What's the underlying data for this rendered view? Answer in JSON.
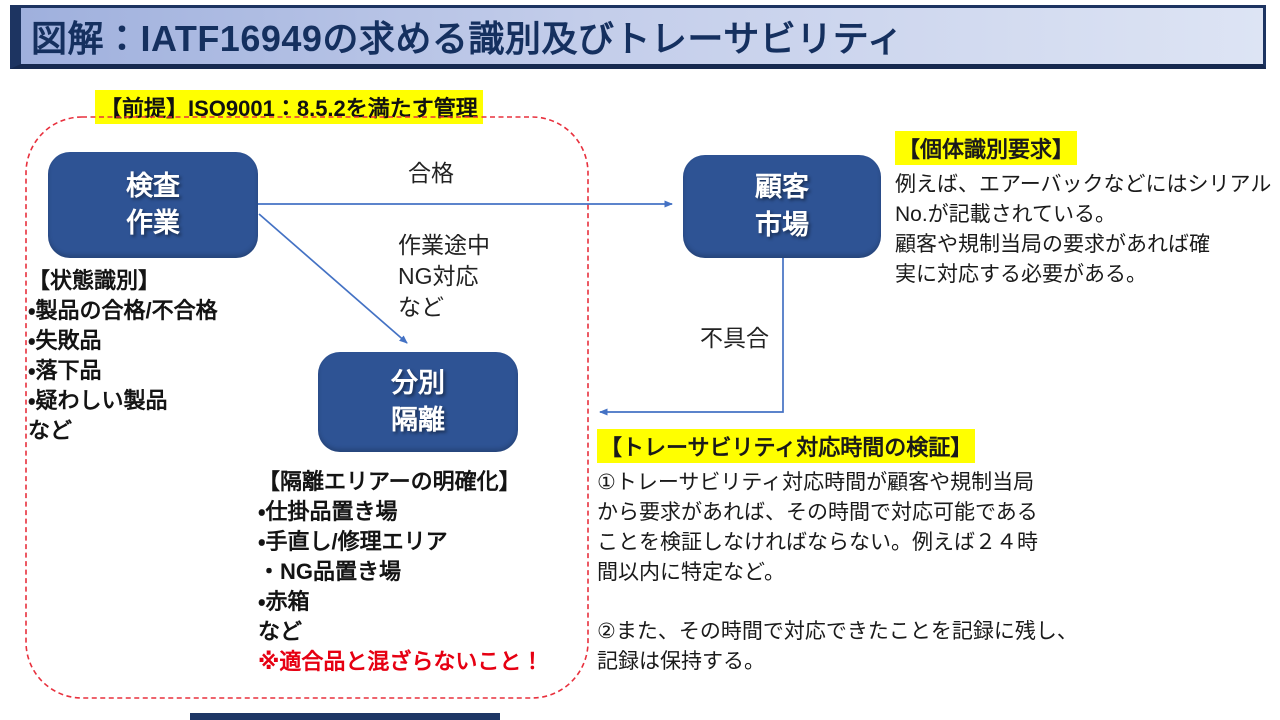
{
  "title": "図解：IATF16949の求める識別及びトレーサビリティ",
  "premise_label": "【前提】ISO9001：8.5.2を満たす管理",
  "nodes": {
    "inspection": {
      "label": "検査\n作業"
    },
    "customer": {
      "label": "顧客\n市場"
    },
    "segregation": {
      "label": "分別\n隔離"
    }
  },
  "edge_labels": {
    "pass": "合格",
    "ng": "作業途中\nNG対応\nなど",
    "defect": "不具合"
  },
  "status_block": {
    "heading": "【状態識別】",
    "items": [
      "・製品の合格/不合格",
      "・失敗品",
      "・落下品",
      "・疑わしい製品",
      "など"
    ]
  },
  "isolation_block": {
    "heading": "【隔離エリアーの明確化】",
    "items": [
      "・仕掛品置き場",
      "・手直し/修理エリア",
      "・NG品置き場",
      "・赤箱",
      "など"
    ],
    "warning": "※適合品と混ざらないこと！"
  },
  "individual_block": {
    "heading": "【個体識別要求】",
    "body": "例えば、エアーバックなどにはシリアル\nNo.が記載されている。\n顧客や規制当局の要求があれば確\n実に対応する必要がある。"
  },
  "traceability_block": {
    "heading": "【トレーサビリティ対応時間の検証】",
    "para1": "①トレーサビリティ対応時間が顧客や規制当局\nから要求があれば、その時間で対応可能である\nことを検証しなければならない。例えば２４時\n間以内に特定など。",
    "para2": "②また、その時間で対応できたことを記録に残し、\n記録は保持する。"
  },
  "colors": {
    "title_navy": "#1d3461",
    "title_text": "#15305f",
    "box_blue": "#2e5394",
    "arrow_blue": "#4472c4",
    "dashed_red": "#e8303d",
    "highlight_yellow": "#ffff00",
    "warning_red": "#e60012"
  }
}
